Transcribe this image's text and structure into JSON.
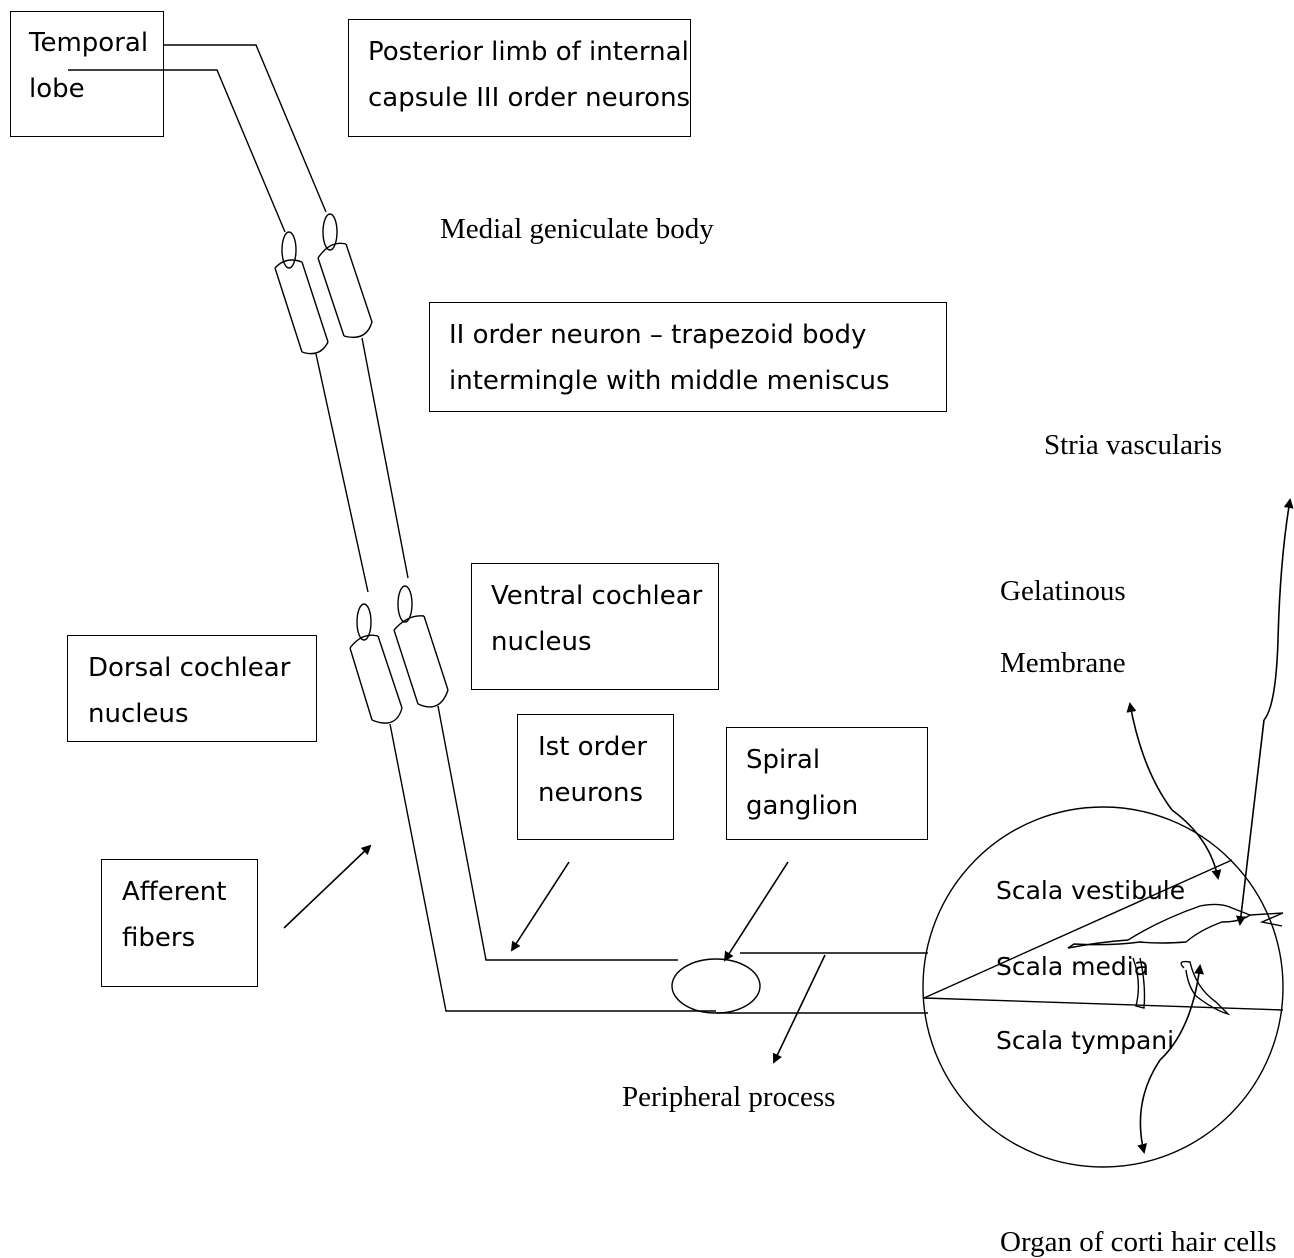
{
  "boxes": {
    "temporal_lobe": "Temporal\nlobe",
    "posterior_limb": "Posterior limb of internal\ncapsule III order neurons",
    "second_order": "II order neuron – trapezoid body\nintermingle with middle meniscus",
    "ventral_cochlear": "Ventral cochlear\nnucleus",
    "dorsal_cochlear": "Dorsal cochlear\nnucleus",
    "first_order": "Ist order\nneurons",
    "spiral_ganglion": "Spiral\nganglion",
    "afferent_fibers": "Afferent\nfibers"
  },
  "labels": {
    "medial_geniculate": "Medial geniculate body",
    "stria_vascularis": "Stria vascularis",
    "gelatinous": "Gelatinous",
    "membrane": "Membrane",
    "peripheral_process": "Peripheral process",
    "organ_of_corti": "Organ of corti hair cells"
  },
  "cochlea": {
    "scala_vestibule": "Scala vestibule",
    "scala_media": "Scala media",
    "scala_tympani": "Scala tympani"
  }
}
